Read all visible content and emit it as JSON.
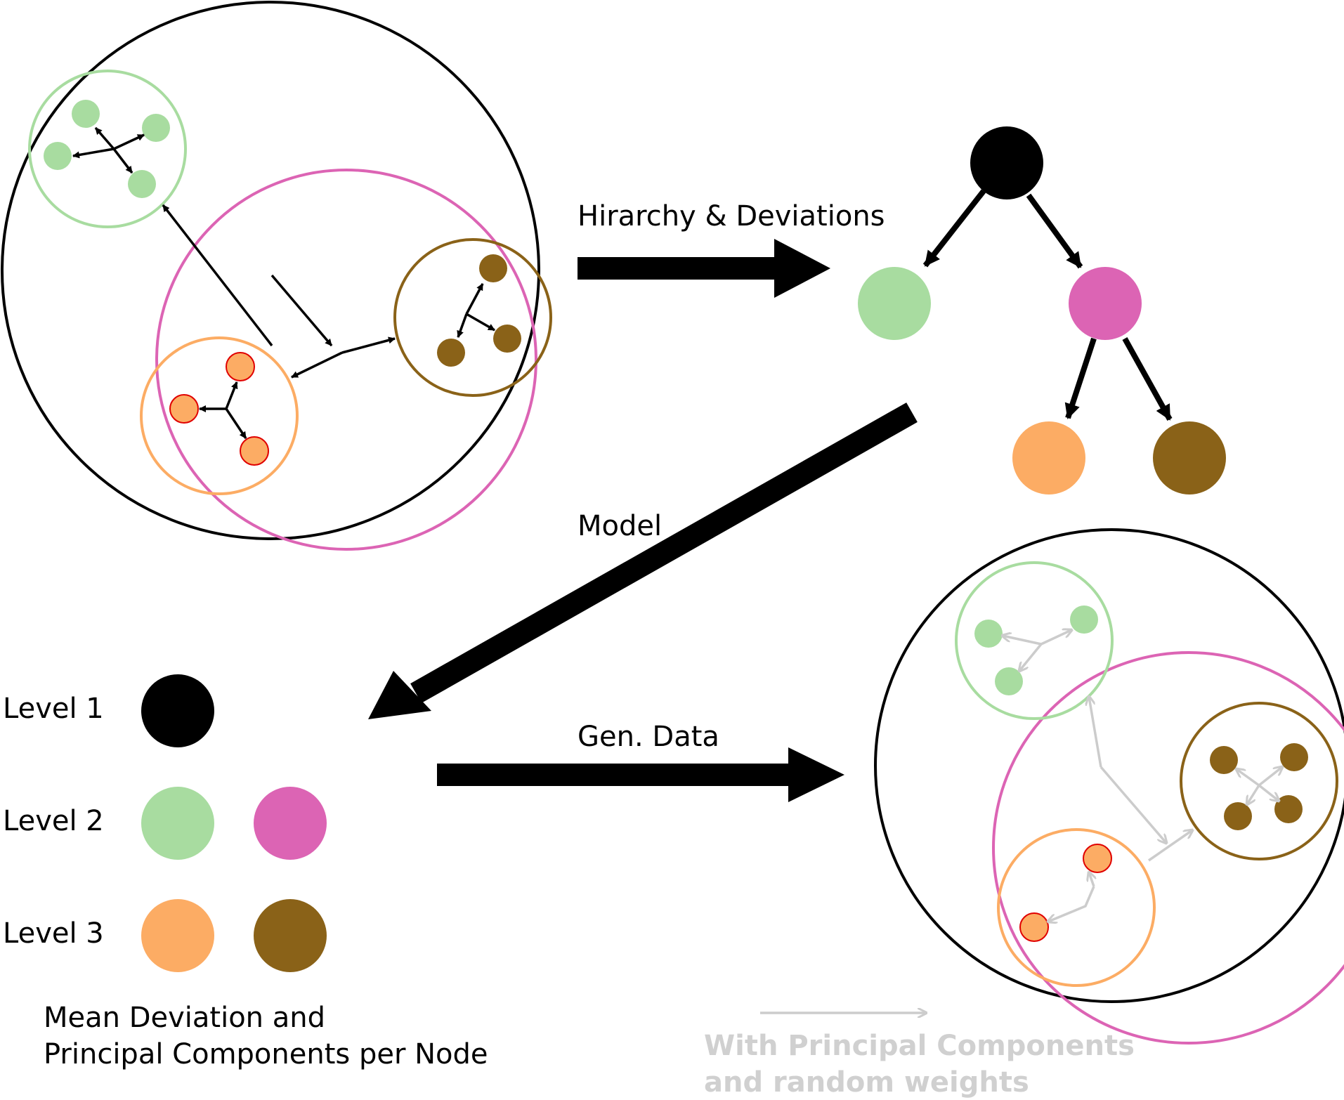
{
  "labels": {
    "hierarchy": "Hirarchy & Deviations",
    "model": "Model",
    "gen_data": "Gen. Data",
    "level1": "Level 1",
    "level2": "Level 2",
    "level3": "Level 3",
    "legend_note_line1": "Mean Deviation and",
    "legend_note_line2": "Principal Components per Node",
    "grey_note_line1": "With Principal Components",
    "grey_note_line2": "and random weights"
  },
  "colors": {
    "black": "#000000",
    "green": "#a8dca0",
    "pink": "#dc64b4",
    "orange": "#fcac64",
    "brown": "#8a6218",
    "orange_point_border": "#e00000",
    "grey_arrow": "#cccccc"
  }
}
